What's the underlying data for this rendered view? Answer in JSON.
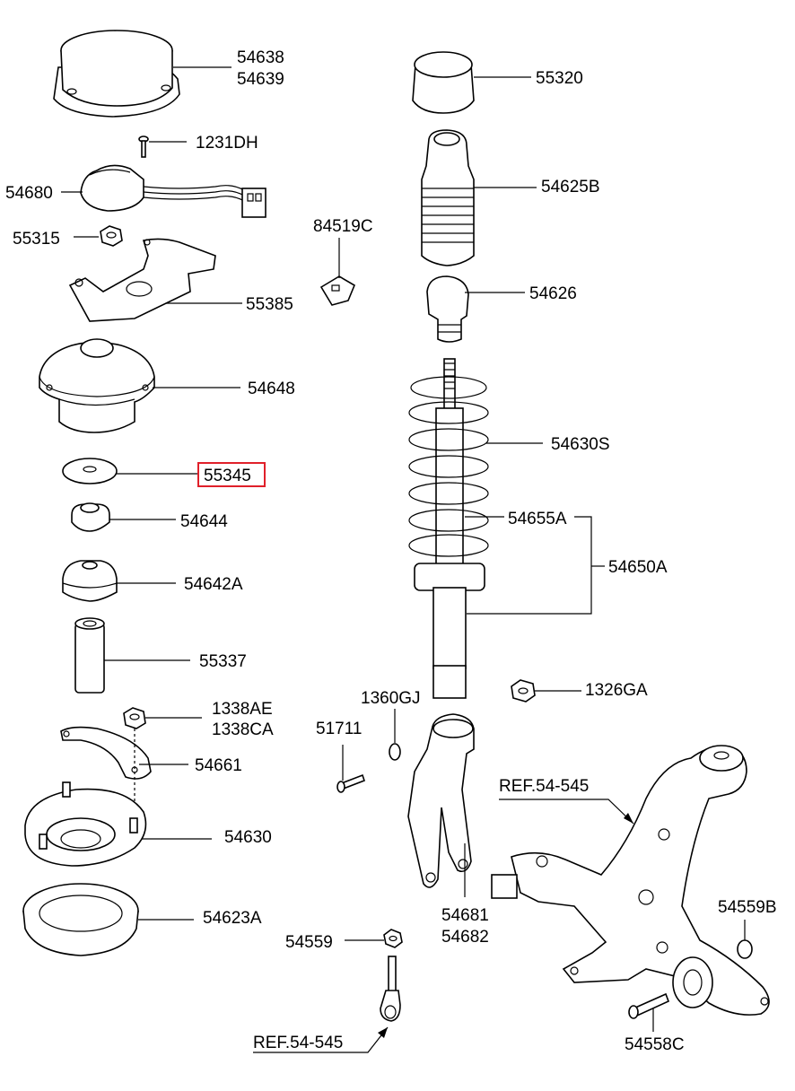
{
  "diagram": {
    "labels": {
      "l54638": "54638",
      "l54639": "54639",
      "l1231DH": "1231DH",
      "l54680": "54680",
      "l55315": "55315",
      "l55385": "55385",
      "l54648": "54648",
      "l55345": "55345",
      "l54644": "54644",
      "l54642A": "54642A",
      "l55337": "55337",
      "l1338AE": "1338AE",
      "l1338CA": "1338CA",
      "l54661": "54661",
      "l54630": "54630",
      "l54623A": "54623A",
      "l84519C": "84519C",
      "l55320": "55320",
      "l54625B": "54625B",
      "l54626": "54626",
      "l54630S": "54630S",
      "l54655A": "54655A",
      "l54650A": "54650A",
      "l1360GJ": "1360GJ",
      "l1326GA": "1326GA",
      "l51711": "51711",
      "lREF1": "REF.54-545",
      "l54681": "54681",
      "l54682": "54682",
      "l54559B": "54559B",
      "l54559": "54559",
      "l54558C": "54558C",
      "lREF2": "REF.54-545"
    },
    "highlight_label": "55345",
    "highlight_color": "#e0202a"
  }
}
